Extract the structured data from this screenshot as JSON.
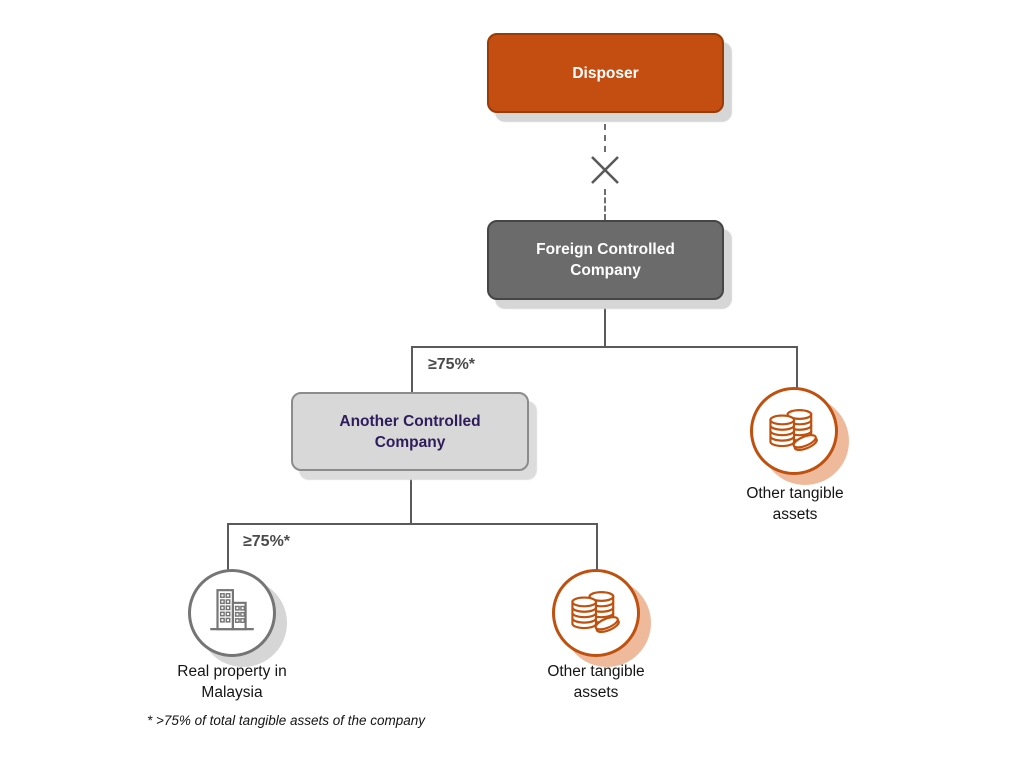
{
  "nodes": {
    "disposer": {
      "label": "Disposer"
    },
    "foreign_controlled_company": {
      "label": "Foreign Controlled Company"
    },
    "another_controlled_company": {
      "label": "Another Controlled Company"
    },
    "other_tangible_assets_right": {
      "label": "Other tangible assets"
    },
    "real_property_malaysia": {
      "label": "Real property in Malaysia"
    },
    "other_tangible_assets_bottom": {
      "label": "Other tangible assets"
    }
  },
  "edge_labels": {
    "foreign_to_another": "≥75%*",
    "another_to_real_property": "≥75%*"
  },
  "footnote": "* >75% of total tangible assets of the company",
  "icons": {
    "cross": "cross-icon",
    "coins": "coins-icon",
    "building": "building-icon"
  },
  "colors": {
    "orange_fill": "#C44E11",
    "orange_border": "#993B05",
    "orange_stroke": "#C0500E",
    "orange_shadow": "#EFBA9B",
    "dark_gray_fill": "#6B6B6B",
    "dark_gray_border": "#454545",
    "light_gray_fill": "#D8D8D8",
    "light_gray_border": "#8C8C8C",
    "purple_text": "#2E1C5B",
    "connector_gray": "#5A5A5A",
    "icon_gray": "#757575",
    "shadow_gray": "#D6D6D6",
    "text_dark": "#141414"
  }
}
